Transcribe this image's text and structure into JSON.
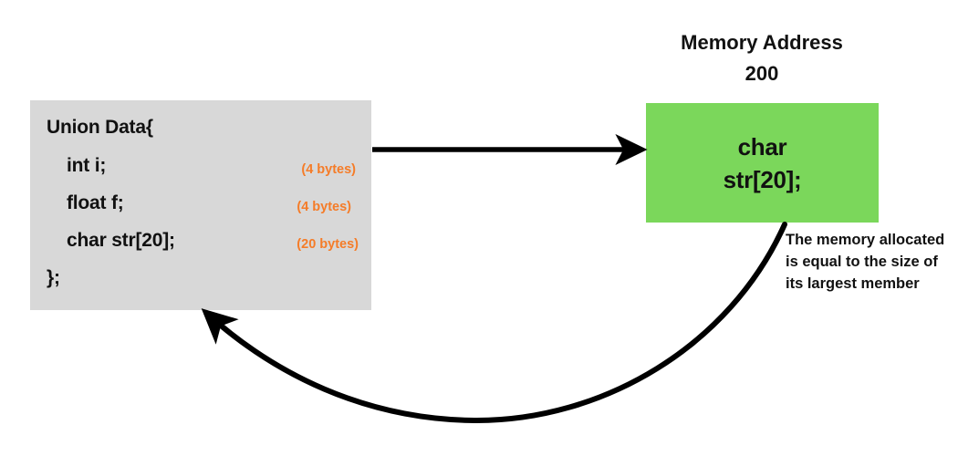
{
  "diagram": {
    "union_block": {
      "code_lines": [
        {
          "text": "Union Data{",
          "indent": false
        },
        {
          "text": "int i;",
          "indent": true
        },
        {
          "text": "float f;",
          "indent": true
        },
        {
          "text": "char str[20];",
          "indent": true
        },
        {
          "text": "};",
          "indent": false
        }
      ],
      "byte_labels": [
        "(4 bytes)",
        "(4 bytes)",
        "(20 bytes)"
      ],
      "background_color": "#d8d8d8",
      "byte_label_color": "#f57c28"
    },
    "memory_header": {
      "line1": "Memory Address",
      "line2": "200"
    },
    "memory_box": {
      "line1": "char",
      "line2": "str[20];",
      "background_color": "#7bd75b"
    },
    "annotation": {
      "text": "The memory allocated is equal to the size of its largest member"
    },
    "arrows": {
      "straight_arrow_name": "union-to-memory-arrow",
      "curved_arrow_name": "memory-back-to-union-arrow",
      "color": "#000000"
    }
  }
}
